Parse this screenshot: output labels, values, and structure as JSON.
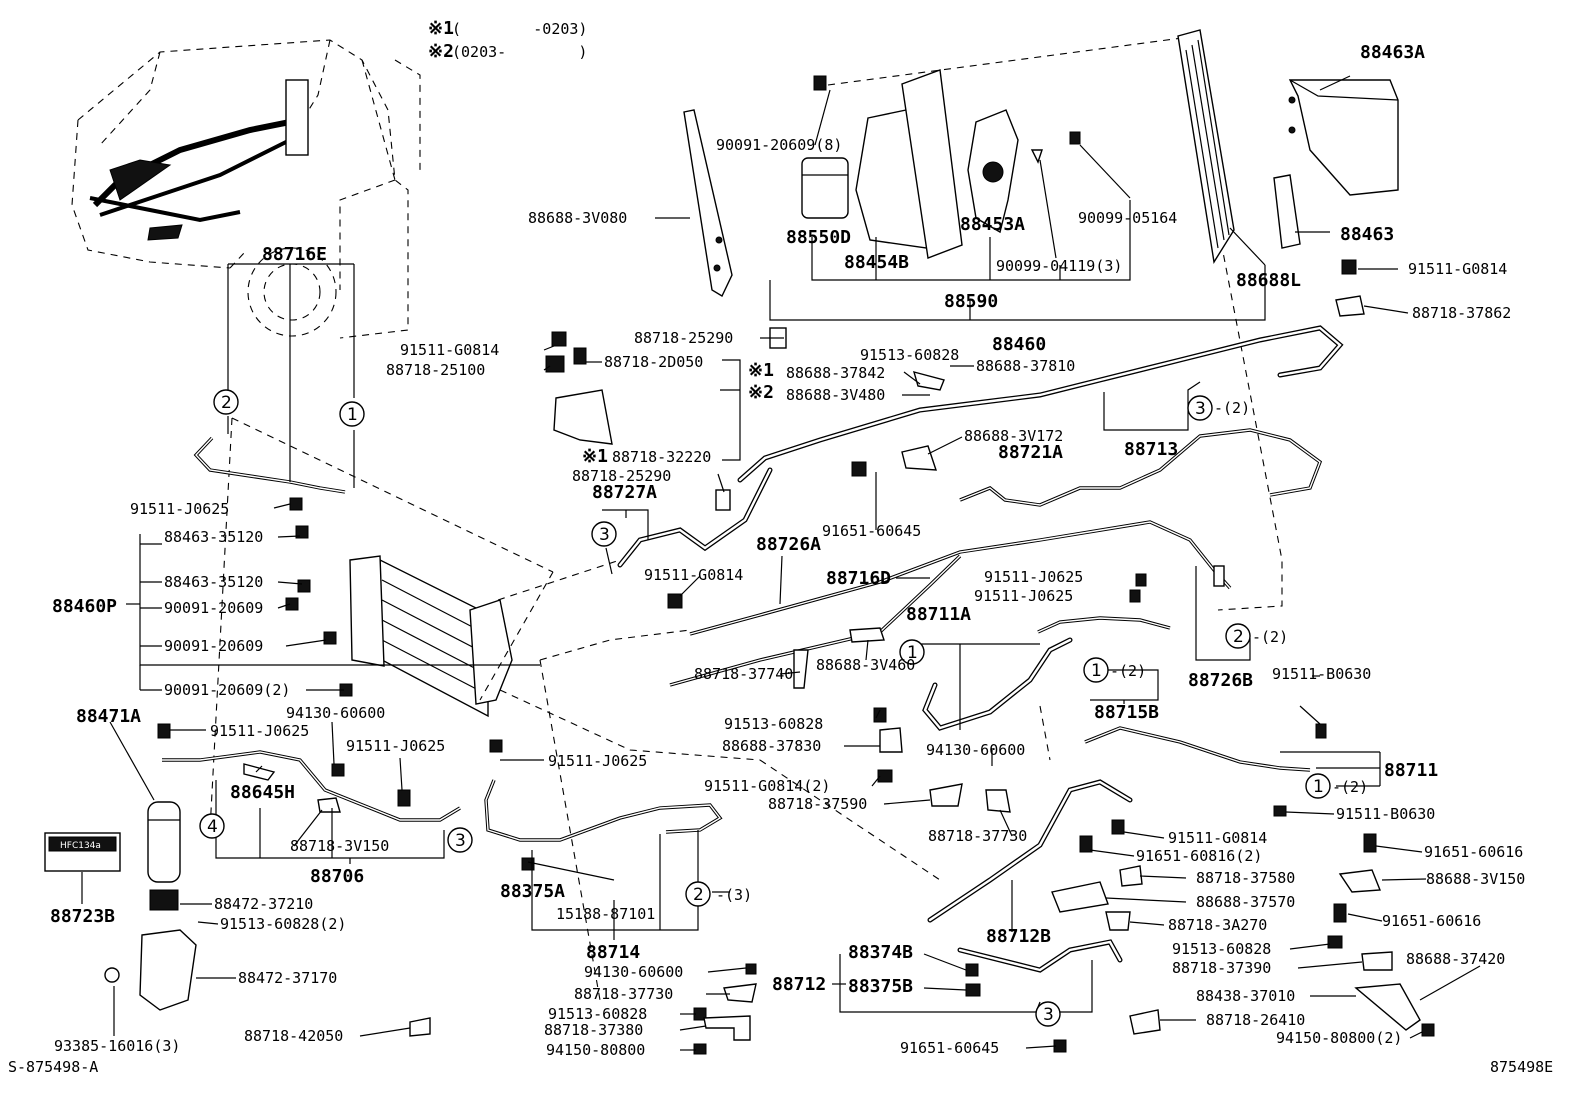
{
  "legend": {
    "note1_mark": "※1",
    "note1_range": "(        -0203)",
    "note2_mark": "※2",
    "note2_range": "(0203-        )"
  },
  "footer": {
    "left_code": "S-875498-A",
    "right_code": "875498E"
  },
  "circle_numbers": [
    "1",
    "2",
    "3",
    "4"
  ],
  "labels": {
    "p88463A": "88463A",
    "p90091_20609_8": "90091-20609(8)",
    "p88688_3V080": "88688-3V080",
    "p88550D": "88550D",
    "p88454B": "88454B",
    "p88453A": "88453A",
    "p90099_05164": "90099-05164",
    "p90099_04119_3": "90099-04119(3)",
    "p88590": "88590",
    "p88688L": "88688L",
    "p88463": "88463",
    "p91511_G0814_a": "91511-G0814",
    "p88718_37862": "88718-37862",
    "p88460": "88460",
    "p88718_25290_a": "88718-25290",
    "p91511_G0814_b": "91511-G0814",
    "p88718_2D050": "88718-2D050",
    "p88718_25100": "88718-25100",
    "p91513_60828_a": "91513-60828",
    "p88688_37810": "88688-37810",
    "p88688_37842": "88688-37842",
    "p88688_3V480": "88688-3V480",
    "p88716E": "88716E",
    "p88713": "88713",
    "p_minus2_a": "-(2)",
    "p88688_3V172": "88688-3V172",
    "p88721A": "88721A",
    "p88718_32220": "88718-32220",
    "p88718_25290_b": "88718-25290",
    "p88727A": "88727A",
    "p91511_J0625_a": "91511-J0625",
    "p91651_60645_a": "91651-60645",
    "p88726A": "88726A",
    "p88463_35120_a": "88463-35120",
    "p88716D": "88716D",
    "p91511_G0814_c": "91511-G0814",
    "p91511_J0625_b": "91511-J0625",
    "p91511_J0625_c": "91511-J0625",
    "p88463_35120_b": "88463-35120",
    "p88460P": "88460P",
    "p90091_20609_a": "90091-20609",
    "p88711A": "88711A",
    "p90091_20609_b": "90091-20609",
    "p_minus2_b": "-(2)",
    "p_minus2_c": "-(2)",
    "p88718_37740": "88718-37740",
    "p88688_3V460": "88688-3V460",
    "p88726B": "88726B",
    "p91511_B0630_a": "91511-B0630",
    "p90091_20609_2": "90091-20609(2)",
    "p88715B": "88715B",
    "p88471A": "88471A",
    "p94130_60600_a": "94130-60600",
    "p91511_J0625_d": "91511-J0625",
    "p91513_60828_b": "91513-60828",
    "p91511_J0625_e": "91511-J0625",
    "p88688_37830": "88688-37830",
    "p94130_60600_b": "94130-60600",
    "p91511_J0625_f": "91511-J0625",
    "p88711": "88711",
    "p88645H": "88645H",
    "p91511_G0814_2": "91511-G0814(2)",
    "p_minus2_d": "-(2)",
    "p88718_37590": "88718-37590",
    "p91511_B0630_b": "91511-B0630",
    "p88718_3V150": "88718-3V150",
    "p88718_37730": "88718-37730",
    "p91511_G0814_d": "91511-G0814",
    "p91651_60616_a": "91651-60616",
    "p91651_60816_2": "91651-60816(2)",
    "p88706": "88706",
    "p88718_37580": "88718-37580",
    "p88688_3V150": "88688-3V150",
    "p88375A": "88375A",
    "p_minus3": "-(3)",
    "p88688_37570": "88688-37570",
    "p88723B": "88723B",
    "p15188_87101": "15188-87101",
    "p88472_37210": "88472-37210",
    "p91651_60616_b": "91651-60616",
    "p91513_60828_2": "91513-60828(2)",
    "p88718_3A270": "88718-3A270",
    "p88712B": "88712B",
    "p88714": "88714",
    "p88374B": "88374B",
    "p91513_60828_c": "91513-60828",
    "p88718_37390": "88718-37390",
    "p88688_37420": "88688-37420",
    "p88472_37170": "88472-37170",
    "p94130_60600_c": "94130-60600",
    "p88712": "88712",
    "p88375B": "88375B",
    "p88718_37730_b": "88718-37730",
    "p88438_37010": "88438-37010",
    "p91513_60828_d": "91513-60828",
    "p88718_37380": "88718-37380",
    "p88718_26410": "88718-26410",
    "p93385_16016_3": "93385-16016(3)",
    "p88718_42050": "88718-42050",
    "p94150_80800_a": "94150-80800",
    "p94150_80800_2": "94150-80800(2)",
    "p91651_60645_b": "91651-60645"
  },
  "ac_label_text": "HFC134a"
}
